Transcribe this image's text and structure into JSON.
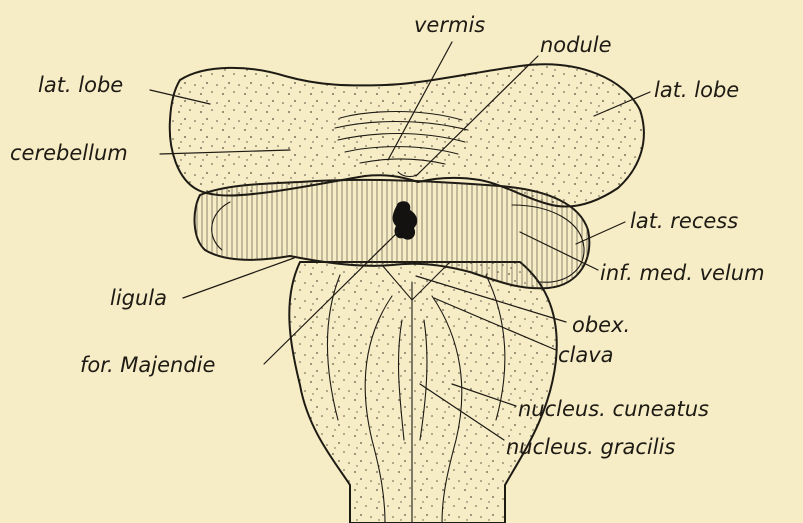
{
  "labels": {
    "vermis": "vermis",
    "nodule": "nodule",
    "lat_lobe_left": "lat. lobe",
    "lat_lobe_right": "lat. lobe",
    "cerebellum": "cerebellum",
    "lat_recess": "lat. recess",
    "inf_med_velum": "inf. med. velum",
    "ligula": "ligula",
    "obex": "obex.",
    "for_majendie": "for. Majendie",
    "clava": "clava",
    "nucleus_cuneatus": "nucleus. cuneatus",
    "nucleus_gracilis": "nucleus. gracilis"
  },
  "colors": {
    "background": "#f6ecc6",
    "ink": "#1e1a14",
    "shaded_fill": "#ddd3b2",
    "stipple_fill": "#f4eac8"
  }
}
